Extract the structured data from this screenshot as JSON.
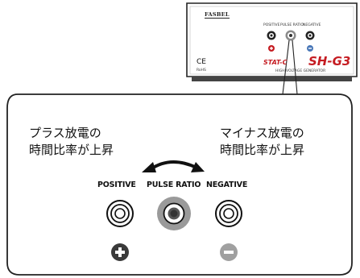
{
  "device": {
    "brand": "FASBEL",
    "jack_labels": [
      "POSITIVE",
      "PULSE RATIO",
      "NEGATIVE"
    ],
    "model_prefix": "STAT-C",
    "model_name": "SH-G3",
    "model_subtitle": "HIGH VOLTAGE GENERATOR",
    "ce_mark": "CE",
    "rohs_mark": "RoHS"
  },
  "annotations": {
    "left_line1": "プラス放電の",
    "left_line2": "時間比率が上昇",
    "right_line1": "マイナス放電の",
    "right_line2": "時間比率が上昇"
  },
  "labels": {
    "positive": "POSITIVE",
    "pulse_ratio": "PULSE RATIO",
    "negative": "NEGATIVE"
  },
  "symbols": {
    "plus": "+",
    "minus": "−"
  },
  "colors": {
    "plus_badge": "#3a3a3a",
    "minus_badge": "#a0a0a0",
    "brand_red": "#c51c22",
    "knob_outer": "#9a9a9a"
  }
}
